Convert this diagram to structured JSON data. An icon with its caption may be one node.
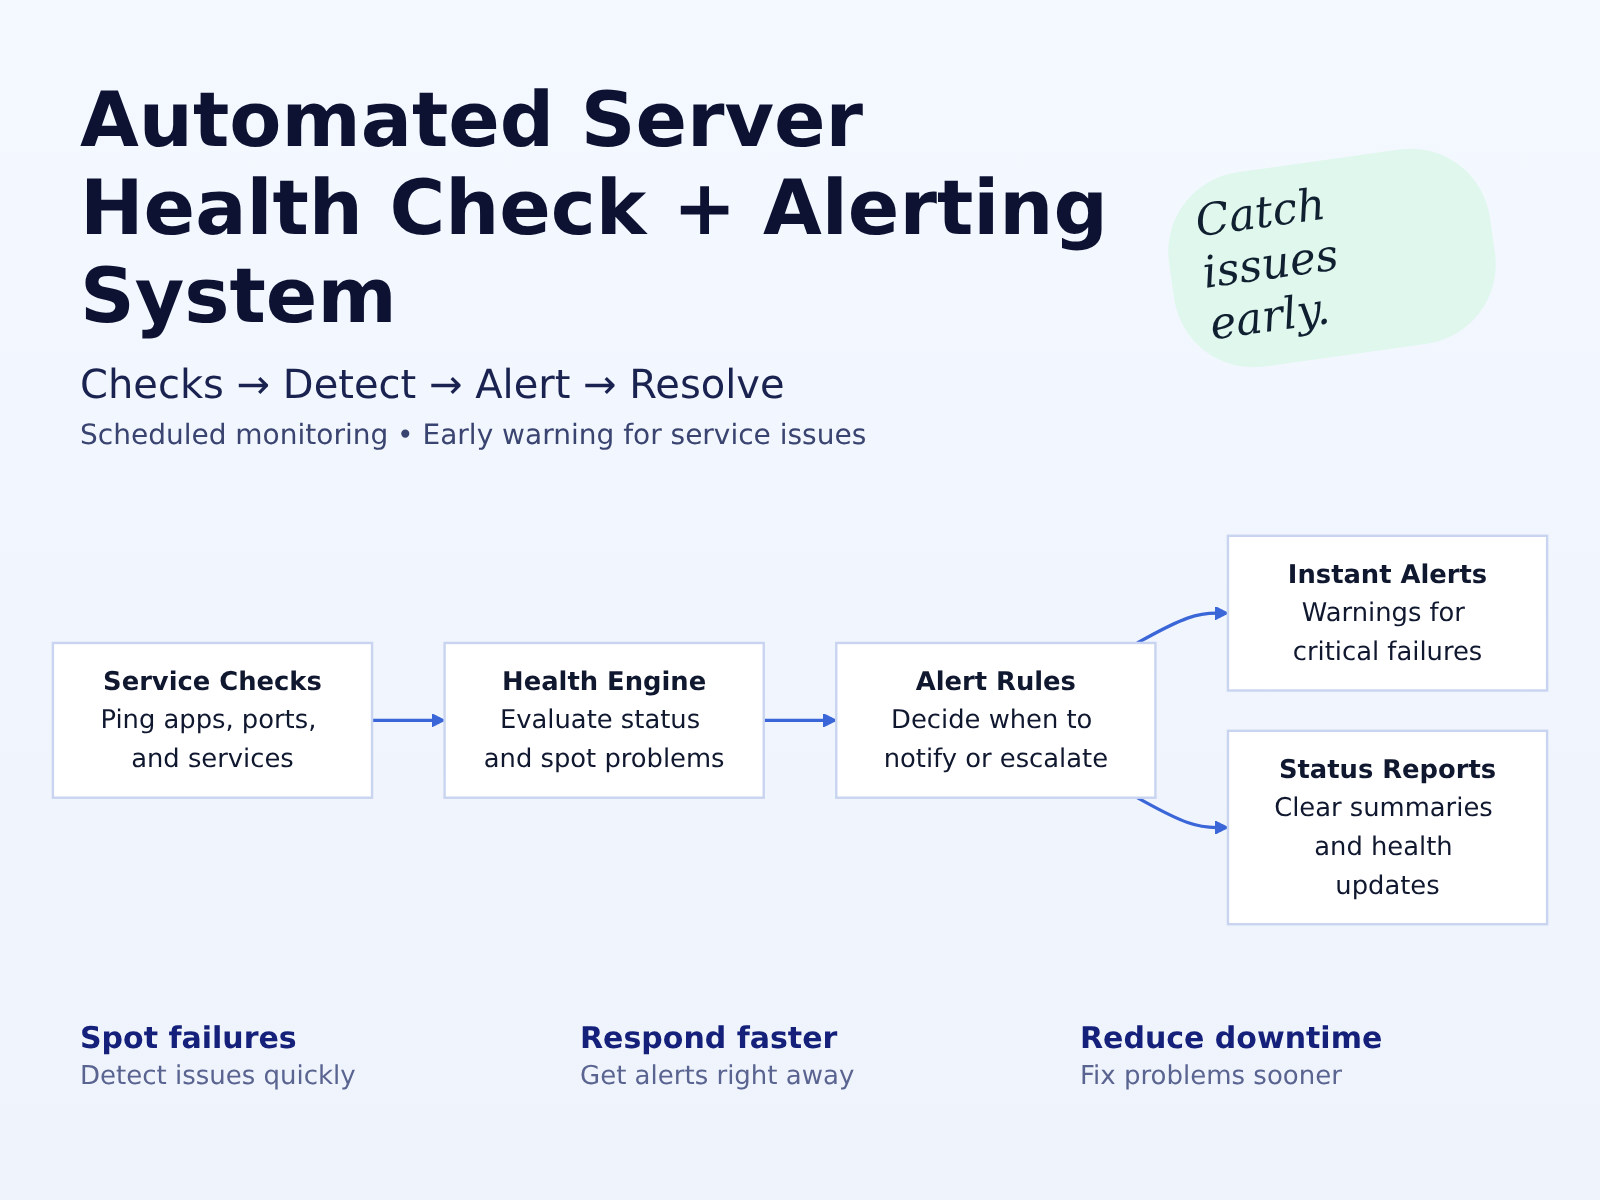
{
  "diagram": {
    "title": "Automated Server Health Check + Alerting System",
    "nodes": [
      {
        "text": [
          "Service Checks",
          "Ping apps, ports, and services"
        ]
      },
      {
        "text": [
          "Health Engine",
          "Evaluate status and spot problems"
        ]
      },
      {
        "text": [
          "Alert Rules",
          "Decide when to notify or escalate"
        ]
      },
      {
        "text": [
          "Instant Alerts",
          "Warnings for critical failures"
        ]
      },
      {
        "text": [
          "Status Reports",
          "Clear summaries and health updates"
        ]
      }
    ],
    "edges": [
      {
        "from": 0,
        "to": 1,
        "arrow": "to"
      },
      {
        "from": 1,
        "to": 2,
        "arrow": "to"
      },
      {
        "from": 2,
        "to": 3,
        "arrow": "to"
      },
      {
        "from": 2,
        "to": 4,
        "arrow": "to"
      }
    ],
    "labels": [
      "Checks → Detect → Alert → Resolve",
      "Scheduled monitoring • Early warning for service issues",
      "Catch issues early.",
      "Spot failures",
      "Detect issues quickly",
      "Respond faster",
      "Get alerts right away",
      "Reduce downtime",
      "Fix problems sooner"
    ]
  }
}
